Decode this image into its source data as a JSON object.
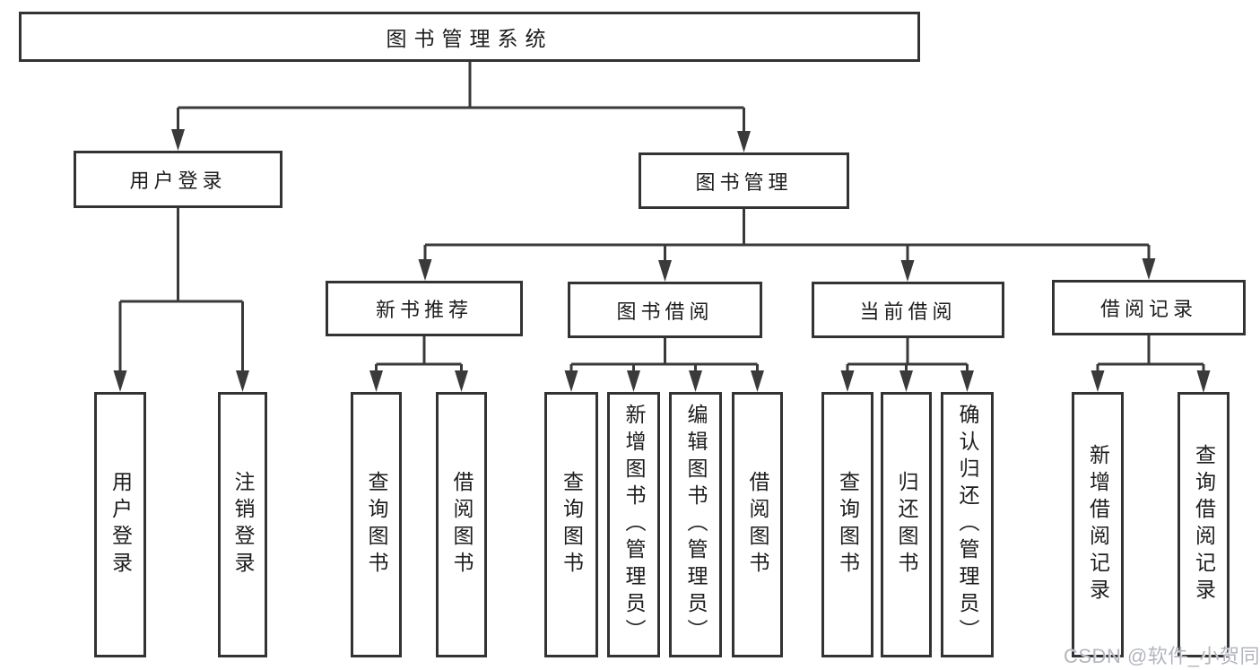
{
  "diagram": {
    "root": {
      "label": "图书管理系统"
    },
    "branches": [
      {
        "label": "用户登录",
        "children": [
          {
            "label": "用户登录"
          },
          {
            "label": "注销登录"
          }
        ]
      },
      {
        "label": "图书管理",
        "children": [
          {
            "label": "新书推荐",
            "children": [
              {
                "label": "查询图书"
              },
              {
                "label": "借阅图书"
              }
            ]
          },
          {
            "label": "图书借阅",
            "children": [
              {
                "label": "查询图书"
              },
              {
                "label": "新增图书（管理员）"
              },
              {
                "label": "编辑图书（管理员）"
              },
              {
                "label": "借阅图书"
              }
            ]
          },
          {
            "label": "当前借阅",
            "children": [
              {
                "label": "查询图书"
              },
              {
                "label": "归还图书"
              },
              {
                "label": "确认归还（管理员）"
              }
            ]
          },
          {
            "label": "借阅记录",
            "children": [
              {
                "label": "新增借阅记录"
              },
              {
                "label": "查询借阅记录"
              }
            ]
          }
        ]
      }
    ]
  },
  "watermark": {
    "text": "CSDN @软件_小贺同学"
  },
  "colors": {
    "line": "#3a3a3a",
    "box_border": "#333333",
    "text": "#1d1d1d",
    "background": "#ffffff",
    "watermark": "#b2b6bd"
  }
}
